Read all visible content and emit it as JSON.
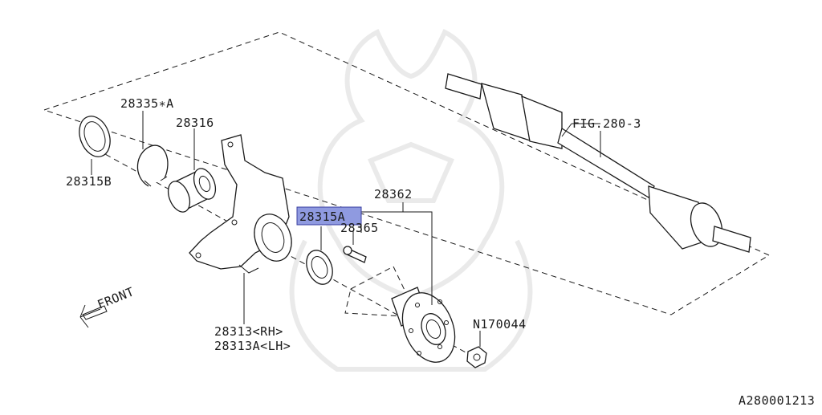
{
  "diagram": {
    "part_labels": {
      "p28335A": "28335∗A",
      "p28316": "28316",
      "p28315B": "28315B",
      "p28315A": "28315A",
      "p28362": "28362",
      "p28365": "28365",
      "fig280": "FIG.280-3",
      "p28313RH": "28313<RH>",
      "p28313ALH": "28313A<LH>",
      "n170044": "N170044"
    },
    "front_label": "FRONT",
    "figure_code": "A280001213",
    "highlight_color": "#8f9ae0",
    "selected_part": "28315A"
  }
}
